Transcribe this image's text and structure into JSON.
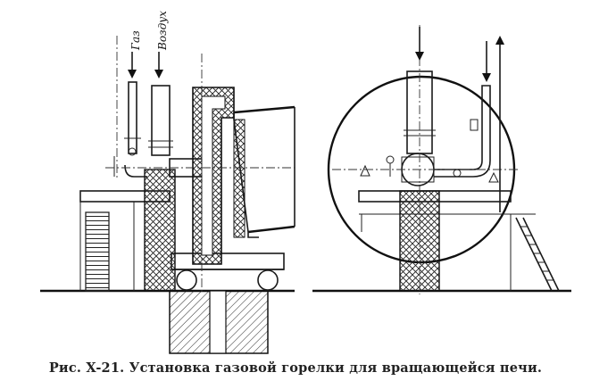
{
  "figure": {
    "caption": "Рис. X-21. Установка газовой горелки для вращающейся печи.",
    "labels": {
      "gas": "Газ",
      "air": "Воздух"
    }
  }
}
